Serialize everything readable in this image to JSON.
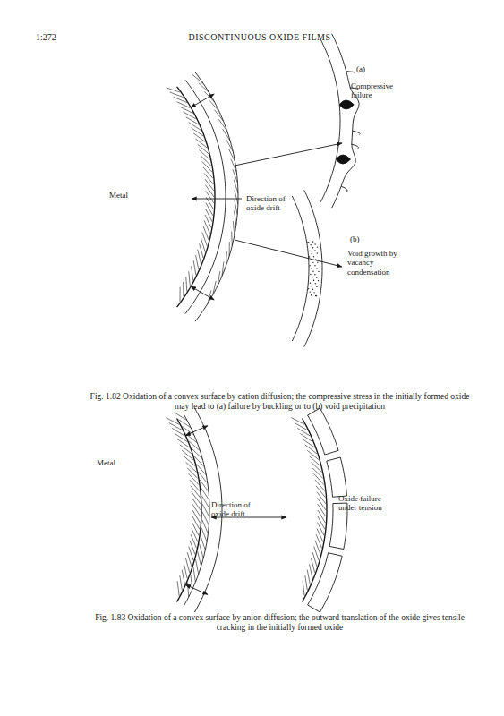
{
  "diagram": {
    "labels": [
      "1:272",
      "DISCONTINUOUS OXIDE FILMS",
      "(a)",
      "Compressive failure",
      "Metal",
      "Direction of oxide drift",
      "(b)",
      "Void growth by vacancy condensation",
      "Fig. 1.82 Oxidation of a convex surface by cation diffusion; the compressive stress in the initially formed oxide may lead to (a) failure by buckling or to (b) void precipitation",
      "Metal",
      "Direction of oxide drift",
      "Oxide failure under tension",
      "Fig. 1.83 Oxidation of a convex surface by anion diffusion; the outward translation of the oxide gives tensile cracking in the initially formed oxide"
    ]
  }
}
